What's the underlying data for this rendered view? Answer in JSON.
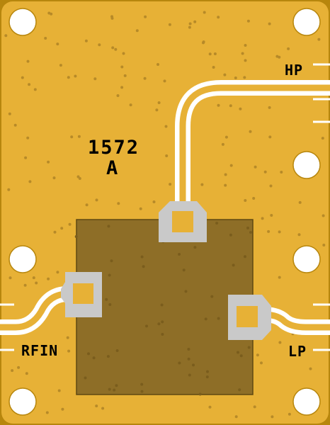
{
  "board": {
    "part_number": "1572",
    "revision": "A",
    "ports": {
      "hp": "HP",
      "rfin": "RFIN",
      "lp": "LP"
    }
  },
  "colors": {
    "substrate_edge": "#b7860d",
    "gold": "#e7b136",
    "via_dot": "#b78a28",
    "trace_white": "#ffffff",
    "pad_gray": "#c9c9c9",
    "die": "#8e6e27",
    "die_border": "#5f4812",
    "label": "#000000"
  },
  "icons": [
    "mounting-hole-icon",
    "via-dot-icon",
    "bond-pad-icon"
  ]
}
